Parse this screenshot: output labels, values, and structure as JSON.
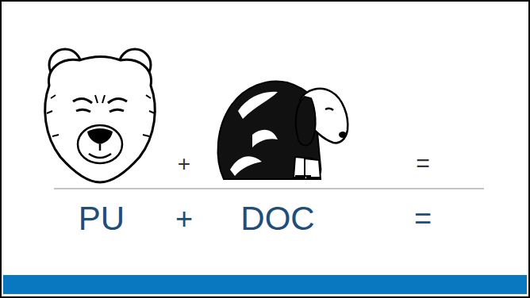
{
  "diagram": {
    "labels": [
      "+",
      "=",
      "PU",
      "+",
      "DOC",
      "="
    ]
  }
}
